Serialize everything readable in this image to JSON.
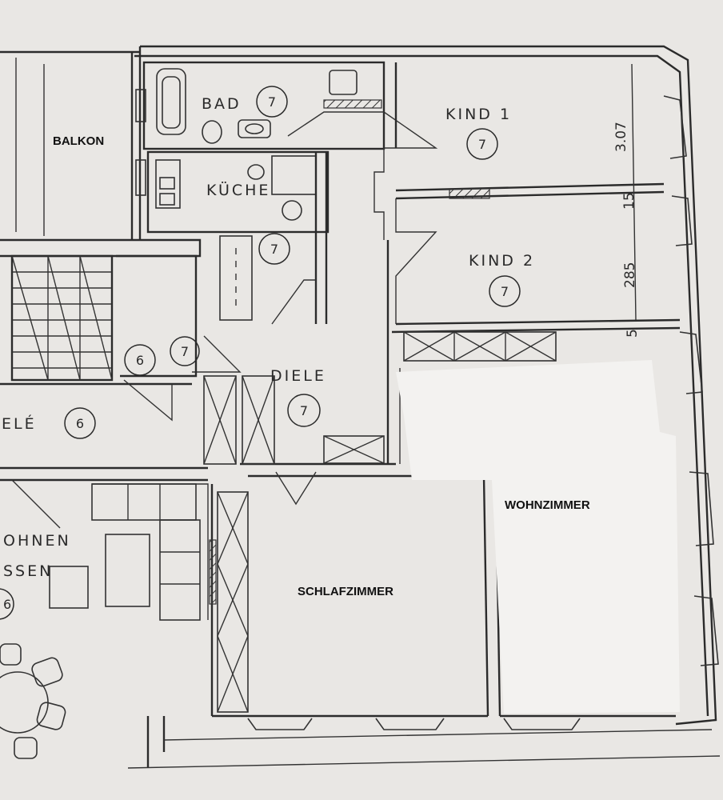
{
  "rooms": {
    "bad": {
      "label": "BAD",
      "badge": "7"
    },
    "kueche": {
      "label": "KÜCHE"
    },
    "kueche_badge": "7",
    "kind1": {
      "label": "KIND 1",
      "badge": "7"
    },
    "kind2": {
      "label": "KIND 2",
      "badge": "7"
    },
    "diele": {
      "label": "DIELE",
      "badge": "7"
    },
    "balkon": {
      "label": "BALKON"
    },
    "schlafzimmer": {
      "label": "SCHLAFZIMMER"
    },
    "wohnzimmer": {
      "label": "WOHNZIMMER"
    },
    "stair_badge_a": "6",
    "stair_badge_b": "7",
    "neighbor_diele": {
      "label": "ELÉ",
      "badge": "6"
    },
    "neighbor_wohnen": {
      "label_1": "OHNEN",
      "label_2": "SSEN",
      "badge": "6"
    }
  },
  "dimensions": {
    "kind1_depth": "3.07",
    "wall_1": "15",
    "kind2_depth": "285",
    "wall_2": "5"
  },
  "colors": {
    "paper": "#e9e7e4",
    "ink": "#2b2b2b",
    "whiteout": "#f3f2f0"
  }
}
